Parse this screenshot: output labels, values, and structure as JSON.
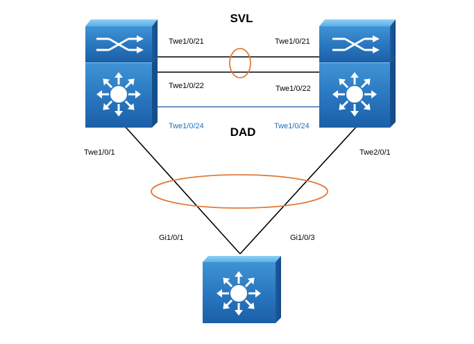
{
  "diagram": {
    "title_top": "SVL",
    "title_mid": "DAD",
    "links": {
      "left_twe21": "Twe1/0/21",
      "right_twe21": "Twe1/0/21",
      "left_twe22": "Twe1/0/22",
      "right_twe22": "Twe1/0/22",
      "left_twe24": "Twe1/0/24",
      "right_twe24": "Twe1/0/24",
      "left_uplink": "Twe1/0/1",
      "right_uplink": "Twe2/0/1",
      "bottom_left": "Gi1/0/1",
      "bottom_right": "Gi1/0/3"
    },
    "colors": {
      "device_dark": "#1b5fa8",
      "device_light": "#4aa6e3",
      "device_edge": "#5fb8ee",
      "ellipse": "#e07b39",
      "dad_label": "#1f6fb5",
      "dad_line": "#3b6ea8"
    },
    "icons": [
      "switch-icon",
      "router-icon",
      "router-icon",
      "switch-icon",
      "router-icon",
      "router-icon"
    ]
  }
}
